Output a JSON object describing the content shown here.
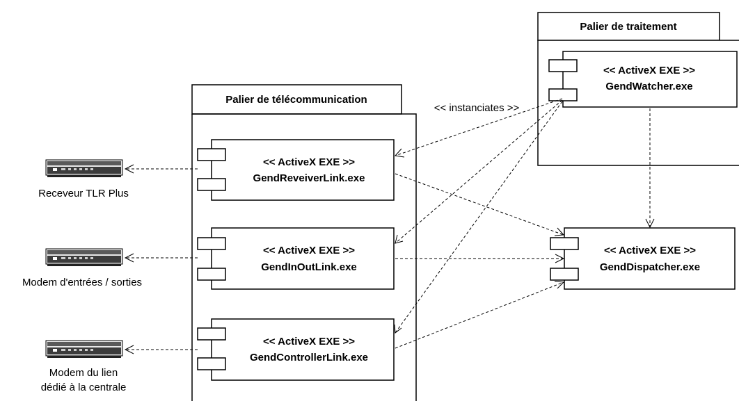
{
  "packages": {
    "traitement": {
      "title": "Palier de traitement"
    },
    "telecom": {
      "title": "Palier de télécommunication"
    }
  },
  "components": {
    "watcher": {
      "stereotype": "<< ActiveX EXE >>",
      "name": "GendWatcher.exe"
    },
    "dispatcher": {
      "stereotype": "<< ActiveX EXE >>",
      "name": "GendDispatcher.exe"
    },
    "receiver": {
      "stereotype": "<< ActiveX EXE >>",
      "name": "GendReveiverLink.exe"
    },
    "inout": {
      "stereotype": "<< ActiveX EXE >>",
      "name": "GendInOutLink.exe"
    },
    "controller": {
      "stereotype": "<< ActiveX EXE >>",
      "name": "GendControllerLink.exe"
    }
  },
  "devices": {
    "receiver_device": {
      "label": "Receveur TLR Plus"
    },
    "io_modem": {
      "label": "Modem d'entrées / sorties"
    },
    "line_modem": {
      "label_line1": "Modem du lien",
      "label_line2": "dédié à la centrale"
    }
  },
  "annotations": {
    "instanciates": "<< instanciates >>"
  },
  "colors": {
    "stroke": "#000000",
    "background": "#ffffff",
    "device_body": "#5a5a5a"
  },
  "icons": [
    "component-icon",
    "modem-device-icon"
  ]
}
